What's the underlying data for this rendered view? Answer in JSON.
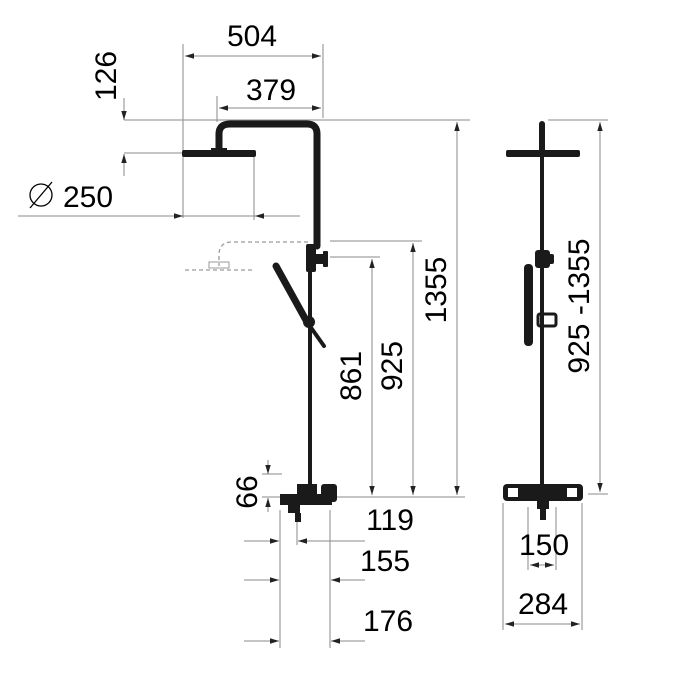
{
  "drawing": {
    "side_view": {
      "width_total": "504",
      "arm_reach": "379",
      "head_height": "126",
      "head_diameter_symbol": "∅",
      "head_diameter": "250",
      "height_total": "1355",
      "height_min": "925",
      "height_holder": "861",
      "height_mixer": "66",
      "depth_a": "119",
      "depth_b": "155",
      "depth_c": "176"
    },
    "front_view": {
      "height_range": "925 -1355",
      "mixer_centers": "150",
      "mixer_width": "284"
    }
  }
}
